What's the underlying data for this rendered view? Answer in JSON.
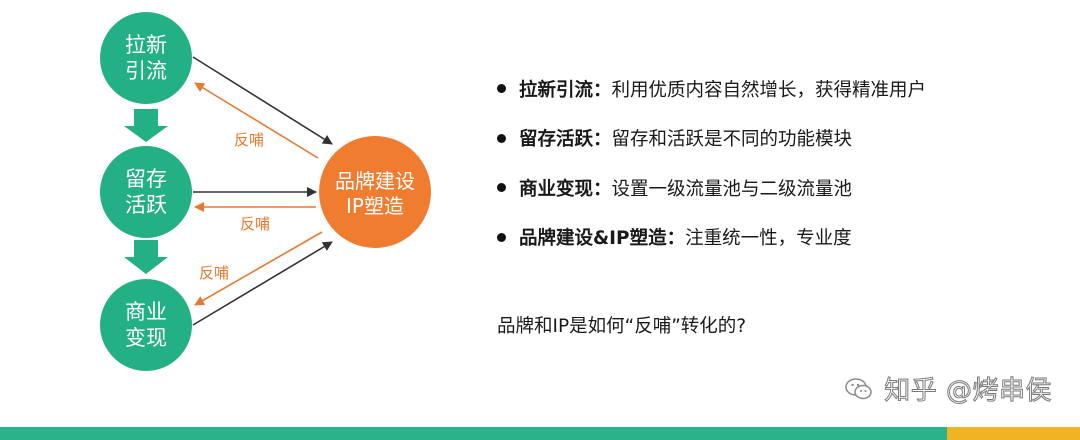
{
  "diagram": {
    "nodes": [
      {
        "line1": "拉新",
        "line2": "引流"
      },
      {
        "line1": "留存",
        "line2": "活跃"
      },
      {
        "line1": "商业",
        "line2": "变现"
      }
    ],
    "hub": {
      "line1": "品牌建设",
      "line2": "IP塑造"
    },
    "feedback_labels": [
      "反哺",
      "反哺",
      "反哺"
    ]
  },
  "bullets": [
    {
      "term": "拉新引流：",
      "desc": "利用优质内容自然增长，获得精准用户"
    },
    {
      "term": "留存活跃：",
      "desc": "留存和活跃是不同的功能模块"
    },
    {
      "term": "商业变现：",
      "desc": "设置一级流量池与二级流量池"
    },
    {
      "term": "品牌建设&IP塑造：",
      "desc": "注重统一性，专业度"
    }
  ],
  "question": "品牌和IP是如何“反哺”转化的?",
  "watermark": "知乎 @烤串侯",
  "colors": {
    "node_green": "#24b085",
    "hub_orange": "#ef7c2f",
    "feedback_orange": "#e8792e",
    "arrow_dark": "#333333",
    "bar_green": "#2bb28a",
    "bar_gold": "#f0b323"
  }
}
